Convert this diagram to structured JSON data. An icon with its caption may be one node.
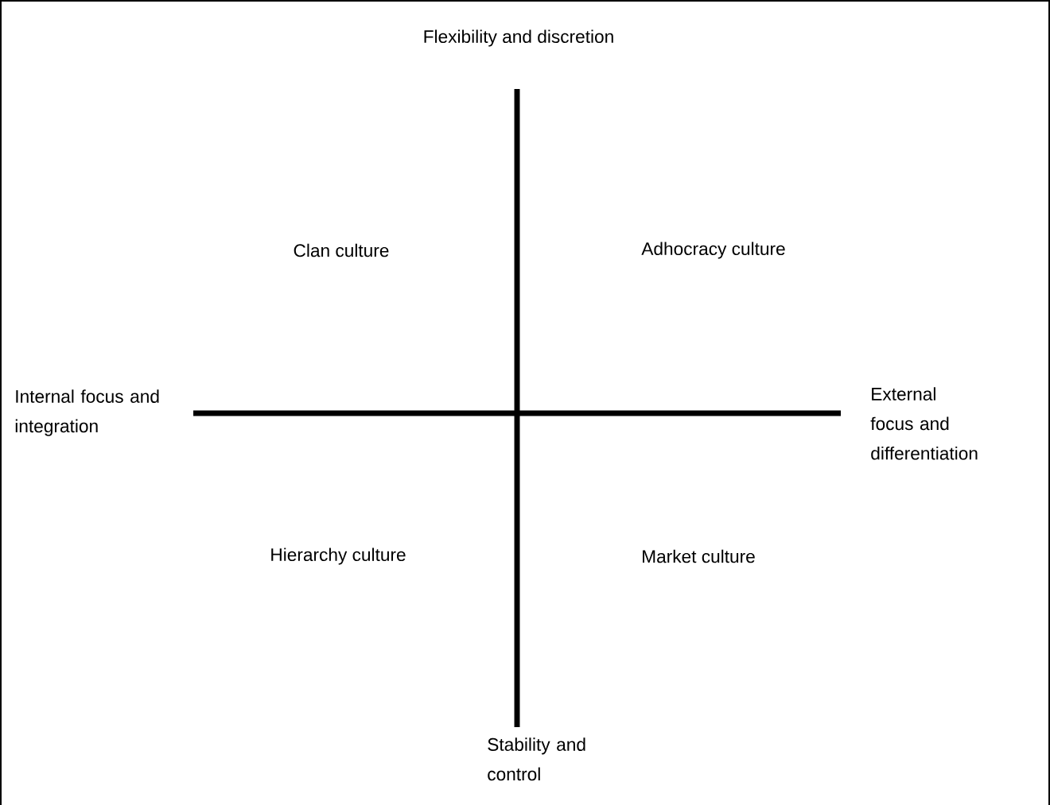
{
  "diagram": {
    "labels": [
      "Flexibility and discretion",
      "Clan culture",
      "Adhocracy culture",
      "Internal focus and integration",
      "External focus and differentiation",
      "Hierarchy culture",
      "Market culture",
      "Stability and control"
    ]
  }
}
